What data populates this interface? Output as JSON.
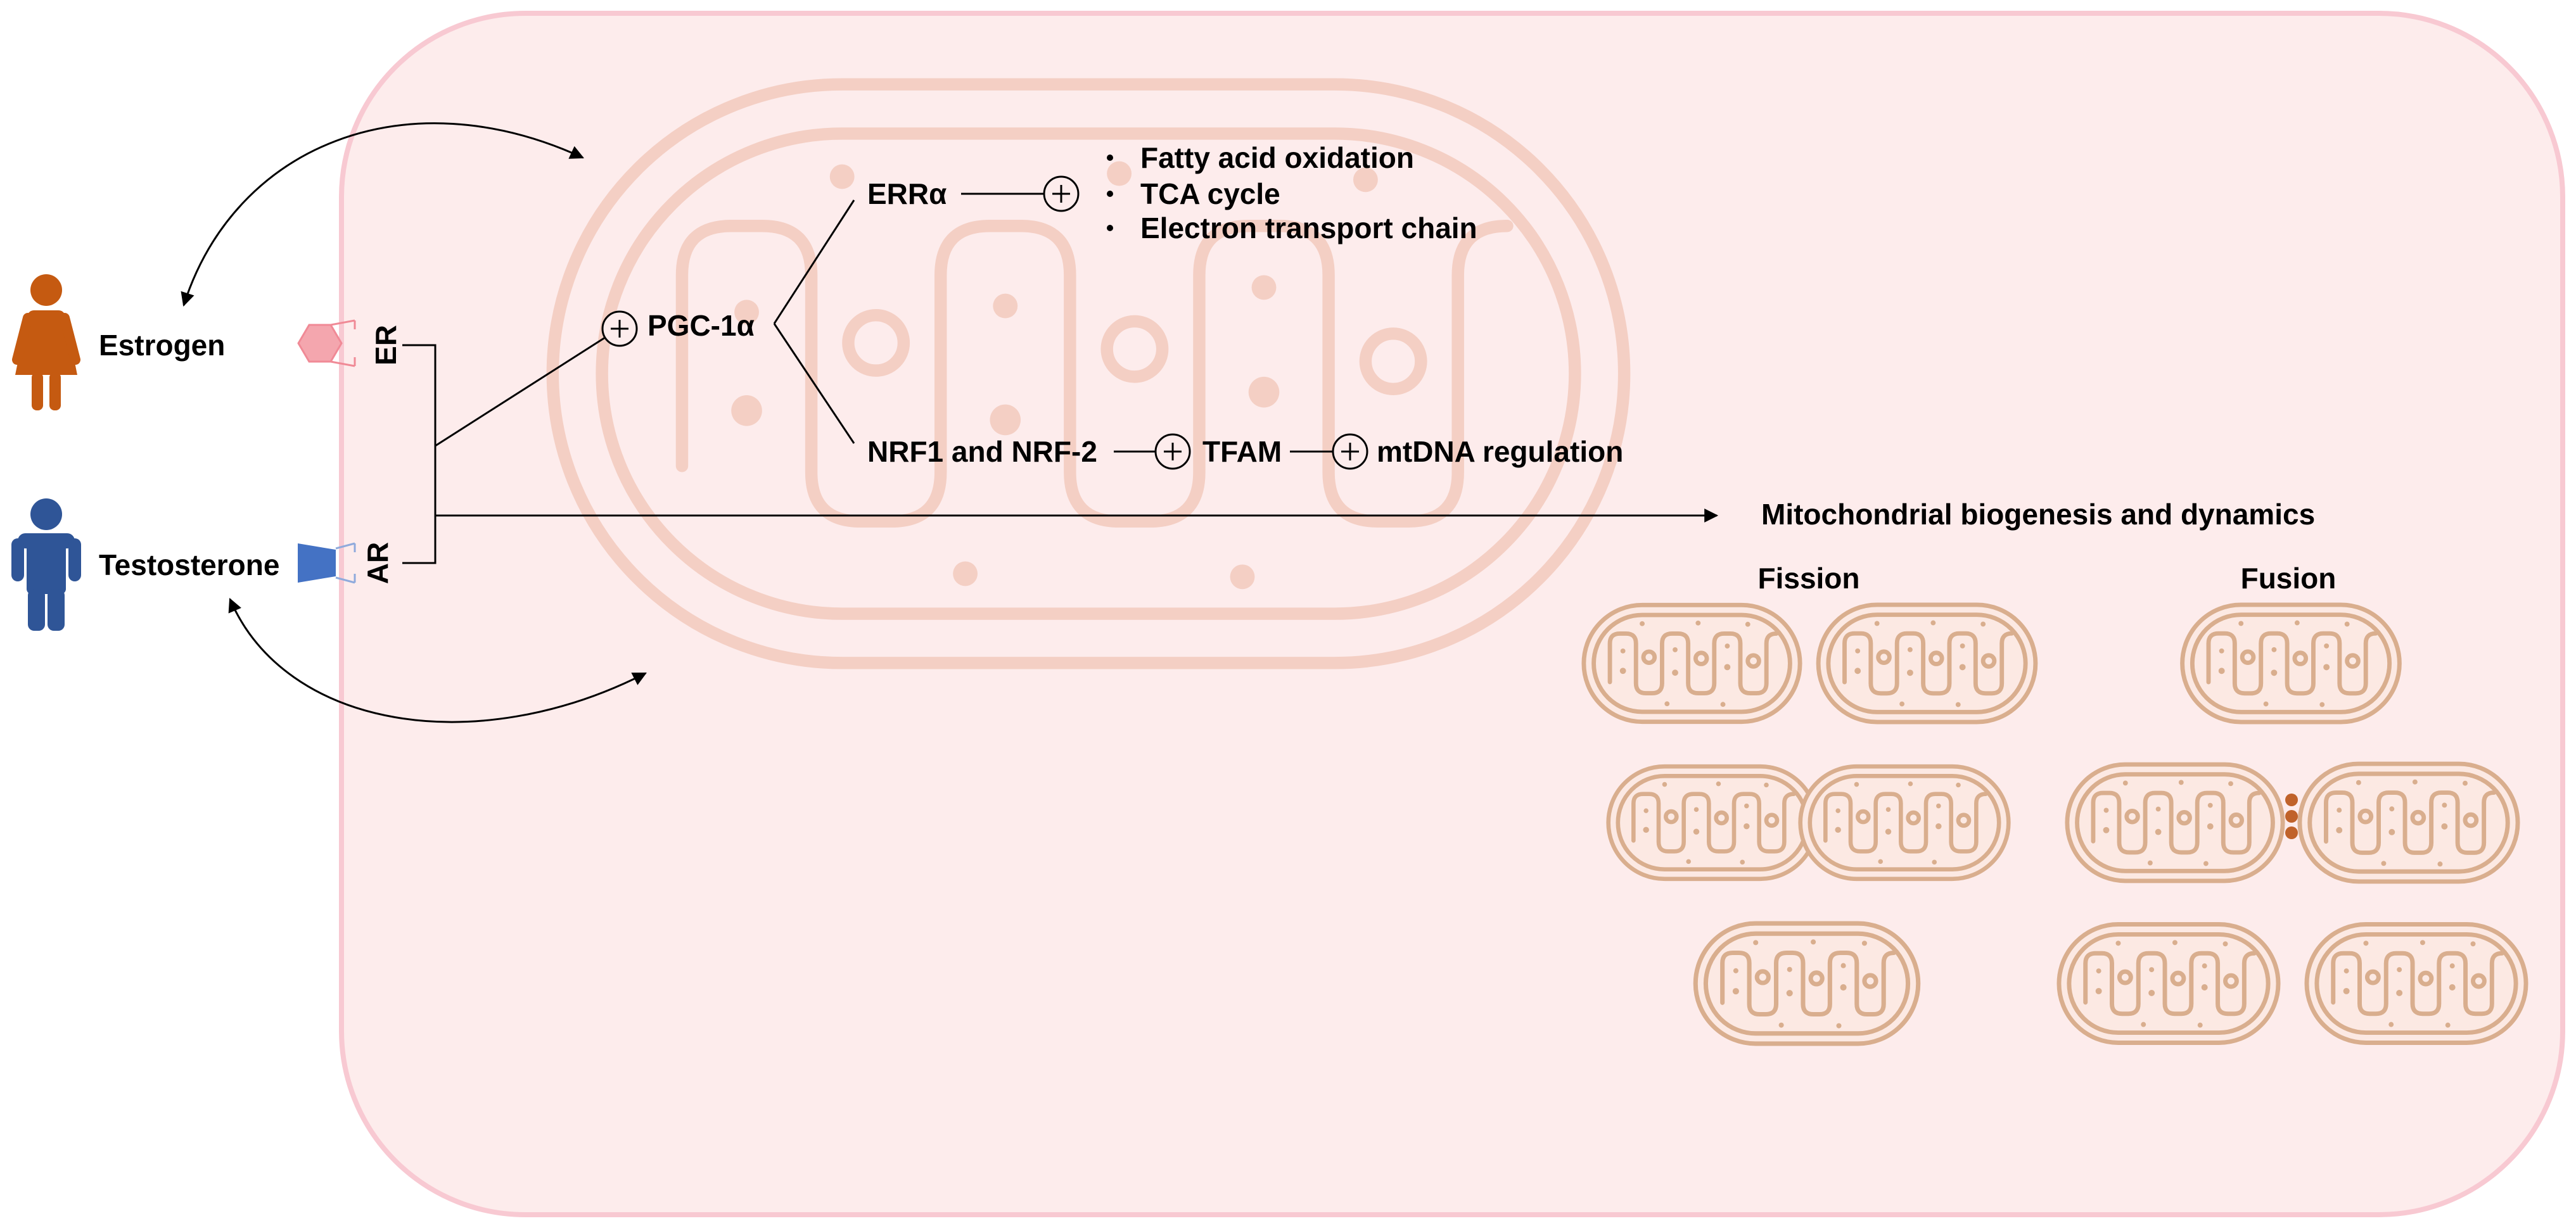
{
  "hormones": {
    "estrogen": {
      "label": "Estrogen",
      "receptor": "ER"
    },
    "testosterone": {
      "label": "Testosterone",
      "receptor": "AR"
    }
  },
  "pathway": {
    "coactivator": "PGC-1α",
    "err_branch": {
      "label": "ERRα",
      "effects": [
        "Fatty acid oxidation",
        "TCA cycle",
        "Electron transport chain"
      ]
    },
    "nrf_branch": {
      "label": "NRF1 and NRF-2",
      "target": "TFAM",
      "outcome": "mtDNA regulation"
    }
  },
  "outcome": {
    "title": "Mitochondrial biogenesis and dynamics",
    "fission_label": "Fission",
    "fusion_label": "Fusion"
  },
  "colors": {
    "estrogen_figure": "#c55a11",
    "testosterone_figure": "#2f5597",
    "er_receptor": "#f4a6ae",
    "ar_receptor": "#4472c4",
    "cell_background": "#fdecec",
    "cell_border": "#f8c9d2",
    "mitochondria": "#d9ae8e",
    "mitochondria_watermark": "#f4cfc4",
    "fusion_dots": "#c0622a"
  },
  "icons": {
    "estrogen": "female-person-icon",
    "testosterone": "male-person-icon",
    "er": "hexagon-receptor-icon",
    "ar": "trapezoid-receptor-icon",
    "activation": "plus-circle-icon",
    "organelle": "mitochondrion-icon"
  }
}
